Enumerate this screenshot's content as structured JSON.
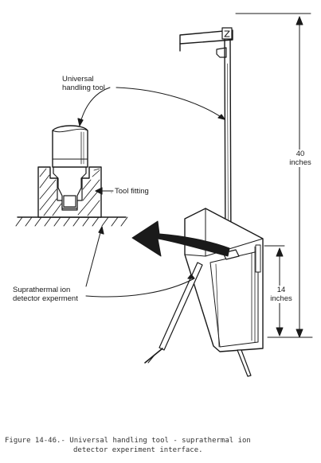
{
  "labels": {
    "universal_line1": "Universal",
    "universal_line2": "handling tool",
    "tool_fitting": "Tool fitting",
    "suprathermal_line1": "Suprathermal ion",
    "suprathermal_line2": "detector experment"
  },
  "dimensions": {
    "tall_value": "40",
    "tall_unit": "inches",
    "short_value": "14",
    "short_unit": "inches"
  },
  "caption": {
    "line1": "Figure 14-46.- Universal handling tool - suprathermal ion",
    "line2": "detector experiment interface."
  }
}
